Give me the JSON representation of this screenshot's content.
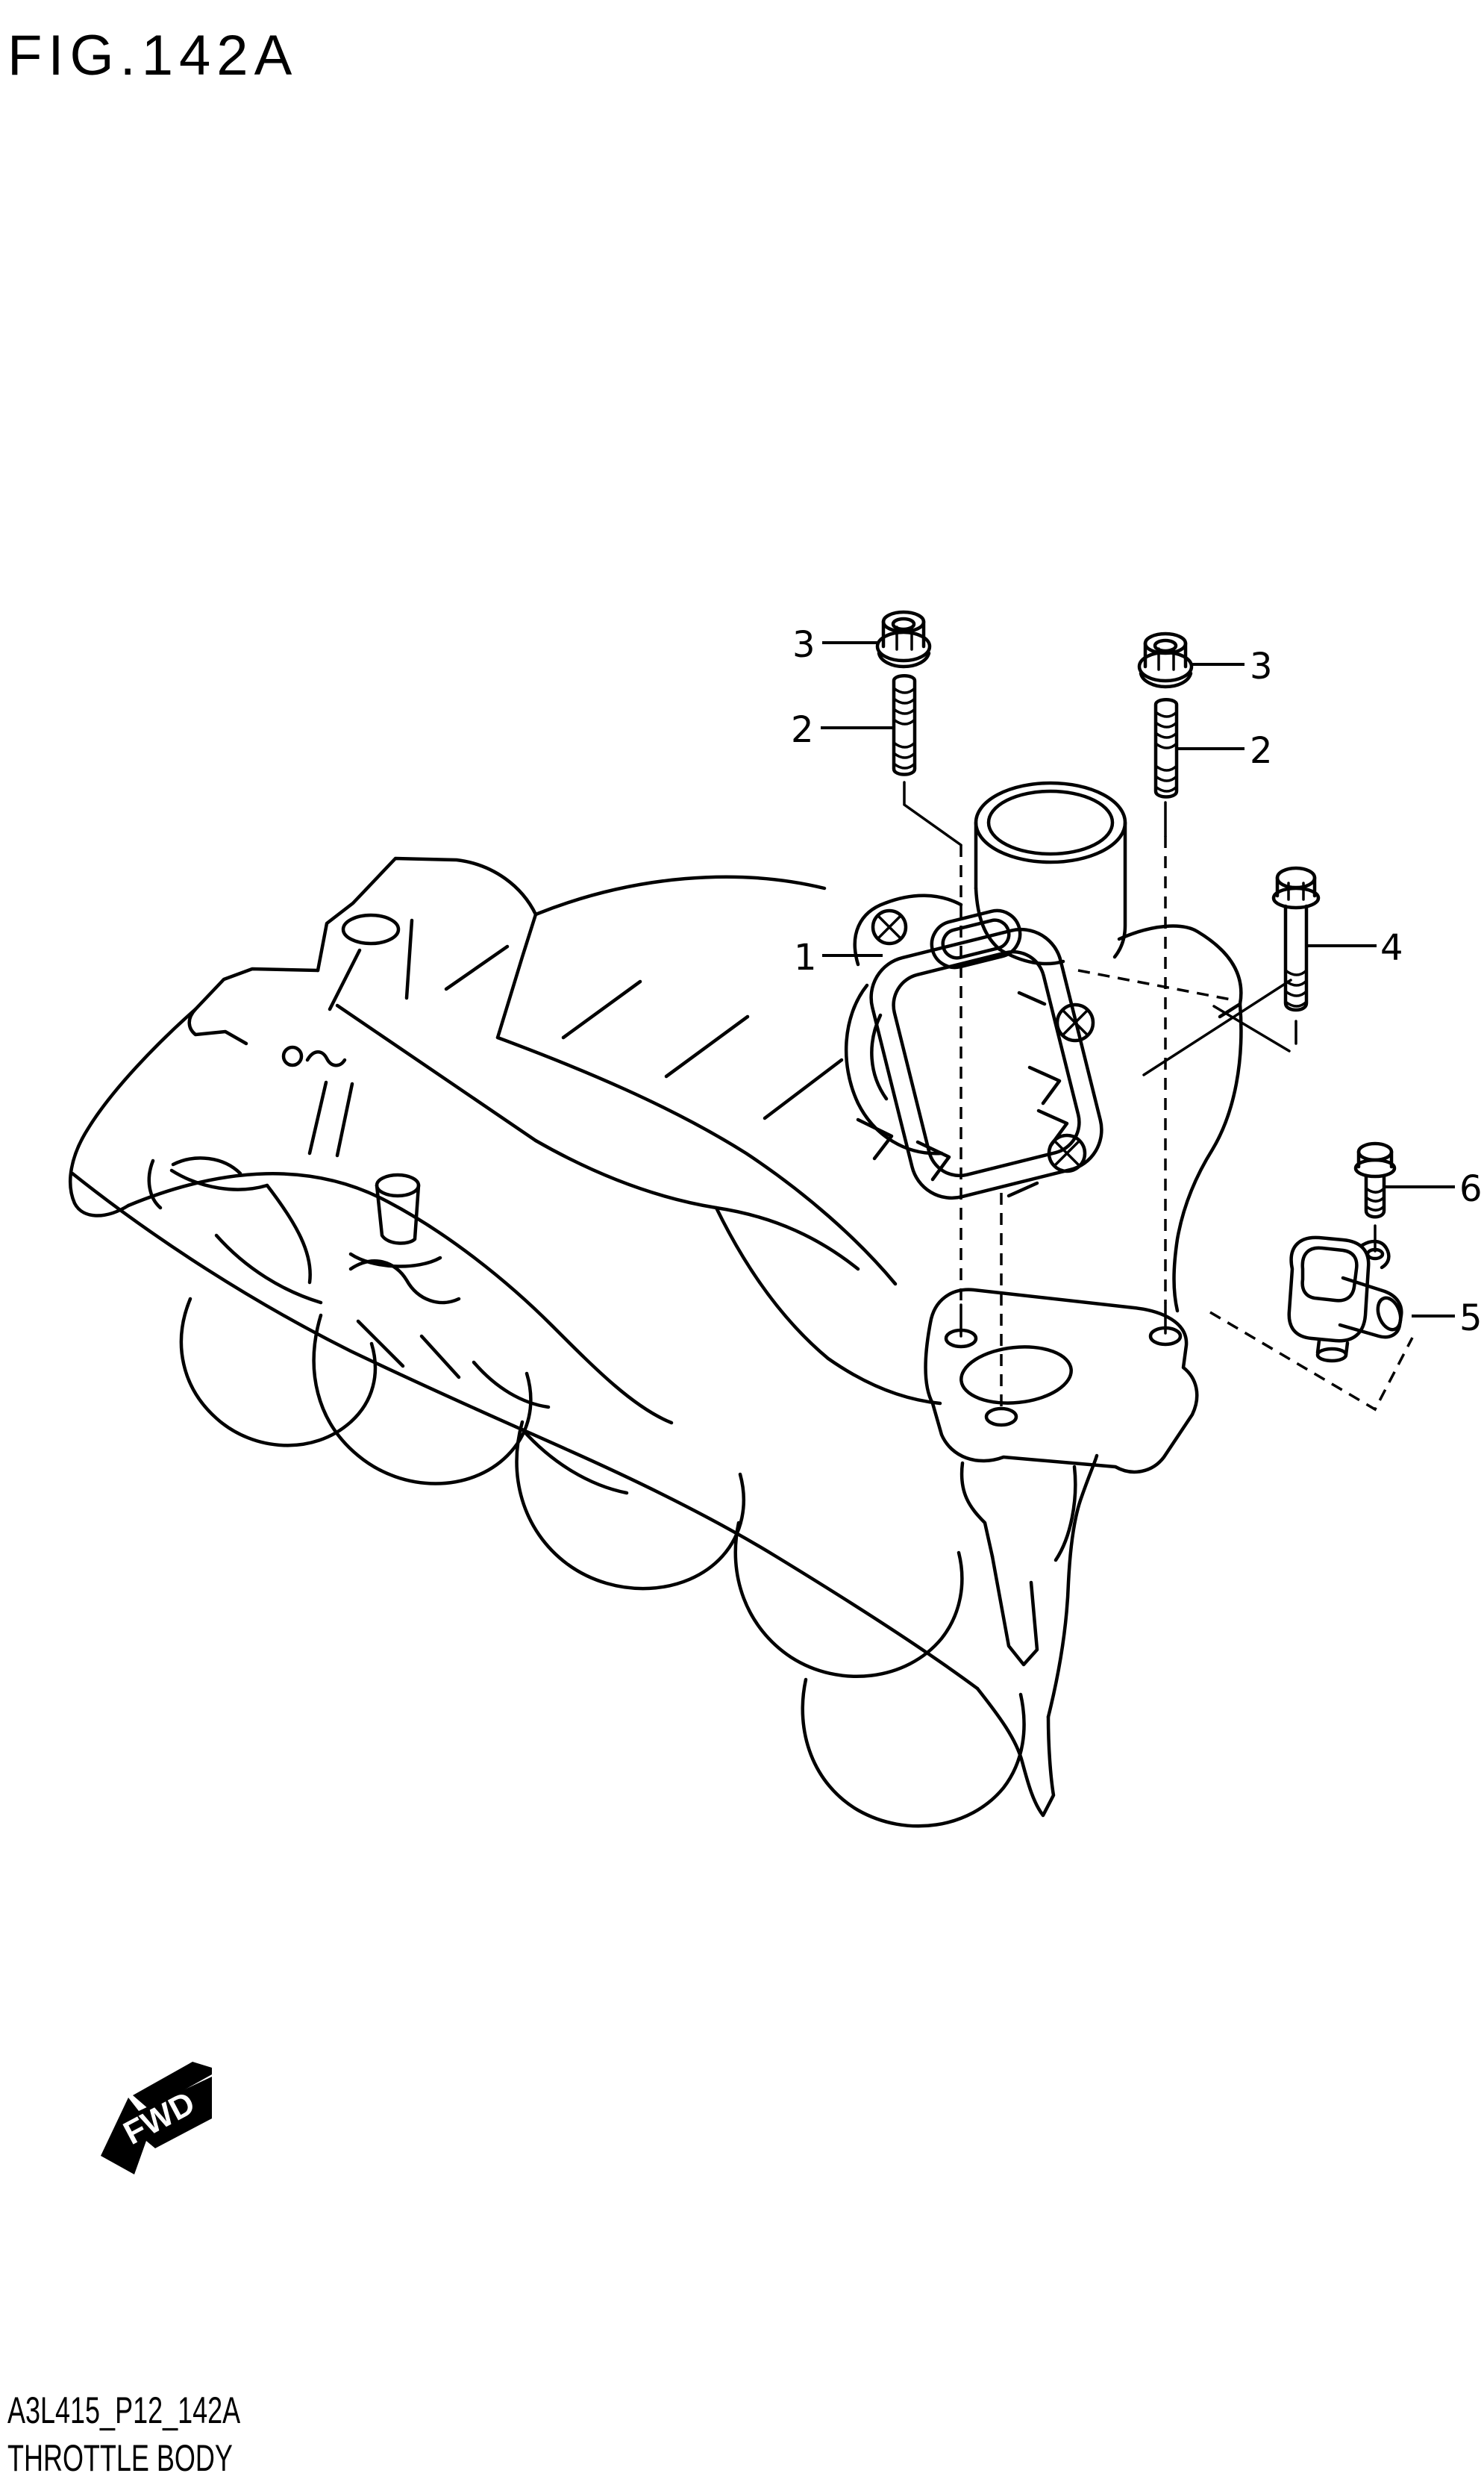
{
  "figure": {
    "title": "FIG.142A"
  },
  "footer": {
    "code": "A3L415_P12_142A",
    "caption": "THROTTLE BODY"
  },
  "fwd_marker": {
    "label": "FWD"
  },
  "callouts": {
    "c1": "1",
    "c2_left": "2",
    "c3_left": "3",
    "c2_right": "2",
    "c3_right": "3",
    "c4": "4",
    "c5": "5",
    "c6": "6"
  },
  "colors": {
    "line": "#000000",
    "background": "#ffffff"
  }
}
